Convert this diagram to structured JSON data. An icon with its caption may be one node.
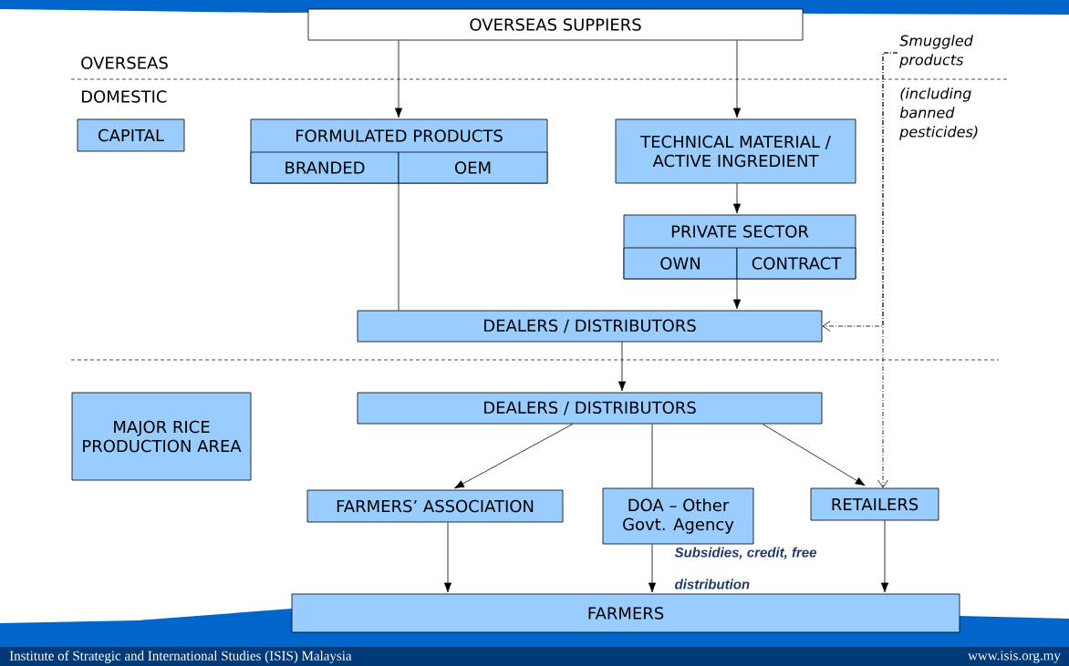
{
  "diagram": {
    "nodes": [
      {
        "text": [
          "OVERSEAS SUPPIERS"
        ]
      },
      {
        "text": [
          "CAPITAL"
        ]
      },
      {
        "text": [
          "FORMULATED PRODUCTS"
        ]
      },
      {
        "text": [
          "BRANDED"
        ],
        "in": 2
      },
      {
        "text": [
          "OEM"
        ],
        "in": 2
      },
      {
        "text": [
          "TECHNICAL MATERIAL / ACTIVE INGREDIENT"
        ]
      },
      {
        "text": [
          "PRIVATE SECTOR"
        ]
      },
      {
        "text": [
          "OWN"
        ],
        "in": 6
      },
      {
        "text": [
          "CONTRACT"
        ],
        "in": 6
      },
      {
        "text": [
          "DEALERS / DISTRIBUTORS"
        ]
      },
      {
        "text": [
          "MAJOR RICE PRODUCTION AREA"
        ]
      },
      {
        "text": [
          "DEALERS / DISTRIBUTORS"
        ]
      },
      {
        "text": [
          "FARMERS’ ASSOCIATION"
        ]
      },
      {
        "text": [
          "DOA – Other Govt. Agency"
        ]
      },
      {
        "text": [
          "RETAILERS"
        ]
      },
      {
        "text": [
          "FARMERS"
        ]
      },
      {
        "text": [
          "Smuggled products",
          "(including banned pesticides)"
        ]
      }
    ],
    "edges": [
      {
        "from": 0,
        "to": 2,
        "arrow": "to"
      },
      {
        "from": 0,
        "to": 5,
        "arrow": "to"
      },
      {
        "from": 2,
        "to": 9,
        "arrow": "none"
      },
      {
        "from": 5,
        "to": 6,
        "arrow": "to"
      },
      {
        "from": 6,
        "to": 9,
        "arrow": "to"
      },
      {
        "from": 9,
        "to": 11,
        "arrow": "to"
      },
      {
        "from": 11,
        "to": 12,
        "arrow": "to"
      },
      {
        "from": 11,
        "to": 13,
        "arrow": "none"
      },
      {
        "from": 11,
        "to": 14,
        "arrow": "to"
      },
      {
        "from": 12,
        "to": 15,
        "arrow": "to"
      },
      {
        "from": 13,
        "to": 15,
        "arrow": "to",
        "label": "Subsidies, credit, free distribution"
      },
      {
        "from": 14,
        "to": 15,
        "arrow": "to"
      },
      {
        "from": 16,
        "to": 9,
        "arrow": "to",
        "style": "dashed"
      },
      {
        "from": 16,
        "to": 14,
        "arrow": "to",
        "style": "dashed"
      }
    ],
    "labels": [
      "OVERSEAS",
      "DOMESTIC",
      "Institute of Strategic and International Studies (ISIS) Malaysia",
      "www.isis.org.my"
    ]
  }
}
